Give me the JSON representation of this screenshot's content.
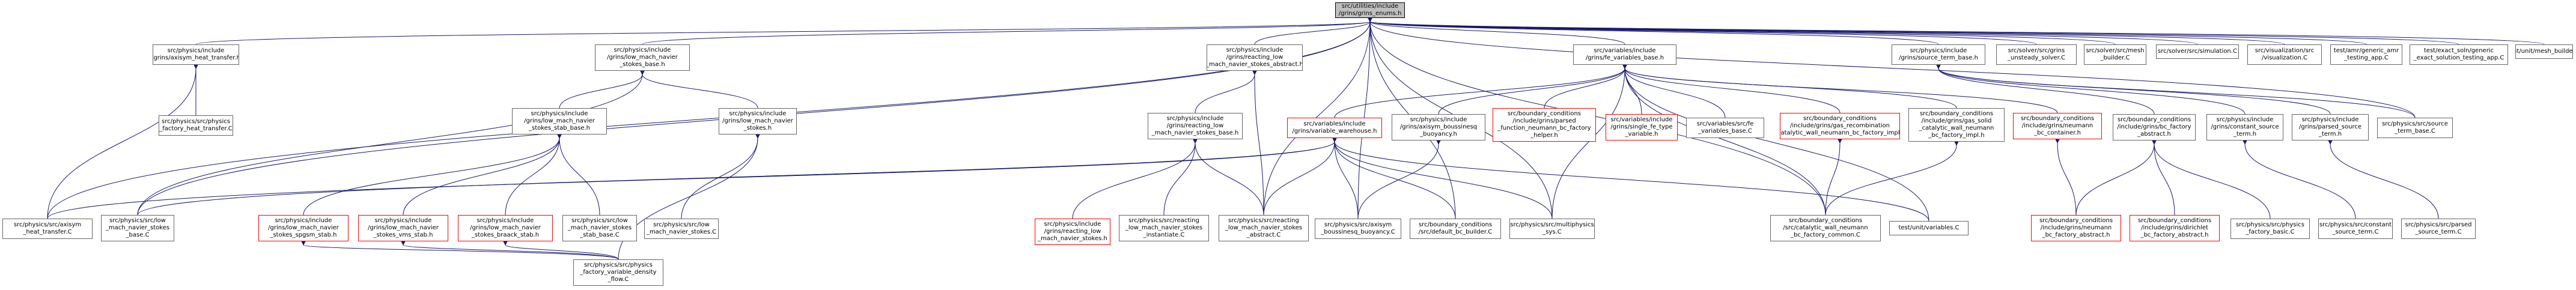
{
  "root": {
    "label": "src/utilities/include\n/grins/grins_enums.h"
  },
  "nodes": [
    {
      "id": "n1",
      "label": "src/physics/include\n/grins/axisym_heat_transfer.h",
      "color": "black"
    },
    {
      "id": "n2",
      "label": "src/physics/include\n/grins/low_mach_navier\n_stokes_base.h",
      "color": "black"
    },
    {
      "id": "n3",
      "label": "src/physics/include\n/grins/reacting_low\n_mach_navier_stokes_abstract.h",
      "color": "black"
    },
    {
      "id": "n4",
      "label": "src/variables/include\n/grins/fe_variables_base.h",
      "color": "black"
    },
    {
      "id": "n5",
      "label": "src/physics/include\n/grins/source_term_base.h",
      "color": "black"
    },
    {
      "id": "n6",
      "label": "src/solver/src/grins\n_unsteady_solver.C",
      "color": "black"
    },
    {
      "id": "n7",
      "label": "src/solver/src/mesh\n_builder.C",
      "color": "black"
    },
    {
      "id": "n8",
      "label": "src/solver/src/simulation.C",
      "color": "black"
    },
    {
      "id": "n9",
      "label": "src/visualization/src\n/visualization.C",
      "color": "black"
    },
    {
      "id": "n10",
      "label": "test/amr/generic_amr\n_testing_app.C",
      "color": "black"
    },
    {
      "id": "n11",
      "label": "test/exact_soln/generic\n_exact_solution_testing_app.C",
      "color": "black"
    },
    {
      "id": "n12",
      "label": "test/unit/mesh_builder.C",
      "color": "black"
    },
    {
      "id": "n13",
      "label": "src/physics/src/physics\n_factory_heat_transfer.C",
      "color": "black"
    },
    {
      "id": "n14",
      "label": "src/physics/include\n/grins/low_mach_navier\n_stokes_stab_base.h",
      "color": "black"
    },
    {
      "id": "n15",
      "label": "src/physics/include\n/grins/low_mach_navier\n_stokes.h",
      "color": "black"
    },
    {
      "id": "n16",
      "label": "src/physics/include\n/grins/reacting_low\n_mach_navier_stokes_base.h",
      "color": "black"
    },
    {
      "id": "n17",
      "label": "src/variables/include\n/grins/variable_warehouse.h",
      "color": "red"
    },
    {
      "id": "n18",
      "label": "src/physics/include\n/grins/axisym_boussinesq\n_buoyancy.h",
      "color": "black"
    },
    {
      "id": "n19",
      "label": "src/boundary_conditions\n/include/grins/parsed\n_function_neumann_bc_factory\n_helper.h",
      "color": "red"
    },
    {
      "id": "n20",
      "label": "src/variables/include\n/grins/single_fe_type\n_variable.h",
      "color": "red"
    },
    {
      "id": "n21",
      "label": "src/variables/src/fe\n_variables_base.C",
      "color": "black"
    },
    {
      "id": "n22",
      "label": "src/boundary_conditions\n/include/grins/gas_recombination\n_catalytic_wall_neumann_bc_factory_impl.h",
      "color": "red"
    },
    {
      "id": "n23",
      "label": "src/boundary_conditions\n/include/grins/gas_solid\n_catalytic_wall_neumann\n_bc_factory_impl.h",
      "color": "black"
    },
    {
      "id": "n24",
      "label": "src/boundary_conditions\n/include/grins/neumann\n_bc_container.h",
      "color": "red"
    },
    {
      "id": "n25",
      "label": "src/boundary_conditions\n/include/grins/bc_factory\n_abstract.h",
      "color": "black"
    },
    {
      "id": "n26",
      "label": "src/physics/include\n/grins/constant_source\n_term.h",
      "color": "black"
    },
    {
      "id": "n27",
      "label": "src/physics/include\n/grins/parsed_source\n_term.h",
      "color": "black"
    },
    {
      "id": "n28",
      "label": "src/physics/src/source\n_term_base.C",
      "color": "black"
    },
    {
      "id": "n29",
      "label": "src/physics/src/axisym\n_heat_transfer.C",
      "color": "black"
    },
    {
      "id": "n30",
      "label": "src/physics/src/low\n_mach_navier_stokes\n_base.C",
      "color": "black"
    },
    {
      "id": "n31",
      "label": "src/physics/include\n/grins/low_mach_navier\n_stokes_spgsm_stab.h",
      "color": "red"
    },
    {
      "id": "n32",
      "label": "src/physics/include\n/grins/low_mach_navier\n_stokes_vms_stab.h",
      "color": "red"
    },
    {
      "id": "n33",
      "label": "src/physics/include\n/grins/low_mach_navier\n_stokes_braack_stab.h",
      "color": "red"
    },
    {
      "id": "n34",
      "label": "src/physics/src/low\n_mach_navier_stokes\n_stab_base.C",
      "color": "black"
    },
    {
      "id": "n35",
      "label": "src/physics/src/low\n_mach_navier_stokes.C",
      "color": "black"
    },
    {
      "id": "n36",
      "label": "src/physics/include\n/grins/reacting_low\n_mach_navier_stokes.h",
      "color": "red"
    },
    {
      "id": "n37",
      "label": "src/physics/src/reacting\n_low_mach_navier_stokes\n_instantiate.C",
      "color": "black"
    },
    {
      "id": "n38",
      "label": "src/physics/src/reacting\n_low_mach_navier_stokes\n_abstract.C",
      "color": "black"
    },
    {
      "id": "n39",
      "label": "src/physics/src/axisym\n_boussinesq_buoyancy.C",
      "color": "black"
    },
    {
      "id": "n40",
      "label": "src/boundary_conditions\n/src/default_bc_builder.C",
      "color": "black"
    },
    {
      "id": "n41",
      "label": "src/physics/src/multiphysics\n_sys.C",
      "color": "black"
    },
    {
      "id": "n42",
      "label": "src/boundary_conditions\n/src/catalytic_wall_neumann\n_bc_factory_common.C",
      "color": "black"
    },
    {
      "id": "n43",
      "label": "test/unit/variables.C",
      "color": "black"
    },
    {
      "id": "n44",
      "label": "src/boundary_conditions\n/include/grins/neumann\n_bc_factory_abstract.h",
      "color": "red"
    },
    {
      "id": "n45",
      "label": "src/boundary_conditions\n/include/grins/dirichlet\n_bc_factory_abstract.h",
      "color": "red"
    },
    {
      "id": "n46",
      "label": "src/physics/src/physics\n_factory_basic.C",
      "color": "black"
    },
    {
      "id": "n47",
      "label": "src/physics/src/constant\n_source_term.C",
      "color": "black"
    },
    {
      "id": "n48",
      "label": "src/physics/src/parsed\n_source_term.C",
      "color": "black"
    },
    {
      "id": "n49",
      "label": "src/physics/src/physics\n_factory_variable_density\n_flow.C",
      "color": "black"
    }
  ],
  "edges": [
    [
      "root",
      "n1"
    ],
    [
      "root",
      "n2"
    ],
    [
      "root",
      "n3"
    ],
    [
      "root",
      "n4"
    ],
    [
      "root",
      "n5"
    ],
    [
      "root",
      "n6"
    ],
    [
      "root",
      "n7"
    ],
    [
      "root",
      "n8"
    ],
    [
      "root",
      "n9"
    ],
    [
      "root",
      "n10"
    ],
    [
      "root",
      "n11"
    ],
    [
      "root",
      "n12"
    ],
    [
      "root",
      "n29"
    ],
    [
      "root",
      "n30"
    ],
    [
      "root",
      "n38"
    ],
    [
      "root",
      "n39"
    ],
    [
      "root",
      "n40"
    ],
    [
      "root",
      "n41"
    ],
    [
      "root",
      "n42"
    ],
    [
      "root",
      "n28"
    ],
    [
      "n1",
      "n13"
    ],
    [
      "n1",
      "n29"
    ],
    [
      "n2",
      "n14"
    ],
    [
      "n2",
      "n15"
    ],
    [
      "n2",
      "n30"
    ],
    [
      "n3",
      "n16"
    ],
    [
      "n3",
      "n38"
    ],
    [
      "n4",
      "n17"
    ],
    [
      "n4",
      "n18"
    ],
    [
      "n4",
      "n19"
    ],
    [
      "n4",
      "n20"
    ],
    [
      "n4",
      "n21"
    ],
    [
      "n4",
      "n22"
    ],
    [
      "n4",
      "n23"
    ],
    [
      "n4",
      "n24"
    ],
    [
      "n4",
      "n41"
    ],
    [
      "n4",
      "n42"
    ],
    [
      "n4",
      "n43"
    ],
    [
      "n5",
      "n25"
    ],
    [
      "n5",
      "n26"
    ],
    [
      "n5",
      "n27"
    ],
    [
      "n5",
      "n28"
    ],
    [
      "n14",
      "n31"
    ],
    [
      "n14",
      "n32"
    ],
    [
      "n14",
      "n33"
    ],
    [
      "n14",
      "n34"
    ],
    [
      "n15",
      "n35"
    ],
    [
      "n15",
      "n49"
    ],
    [
      "n16",
      "n36"
    ],
    [
      "n16",
      "n37"
    ],
    [
      "n16",
      "n38"
    ],
    [
      "n17",
      "n29"
    ],
    [
      "n17",
      "n30"
    ],
    [
      "n17",
      "n38"
    ],
    [
      "n17",
      "n39"
    ],
    [
      "n17",
      "n40"
    ],
    [
      "n17",
      "n41"
    ],
    [
      "n17",
      "n43"
    ],
    [
      "n18",
      "n39"
    ],
    [
      "n22",
      "n42"
    ],
    [
      "n23",
      "n42"
    ],
    [
      "n24",
      "n44"
    ],
    [
      "n25",
      "n44"
    ],
    [
      "n25",
      "n45"
    ],
    [
      "n25",
      "n46"
    ],
    [
      "n26",
      "n47"
    ],
    [
      "n27",
      "n48"
    ],
    [
      "n31",
      "n49"
    ],
    [
      "n32",
      "n49"
    ],
    [
      "n33",
      "n49"
    ]
  ]
}
